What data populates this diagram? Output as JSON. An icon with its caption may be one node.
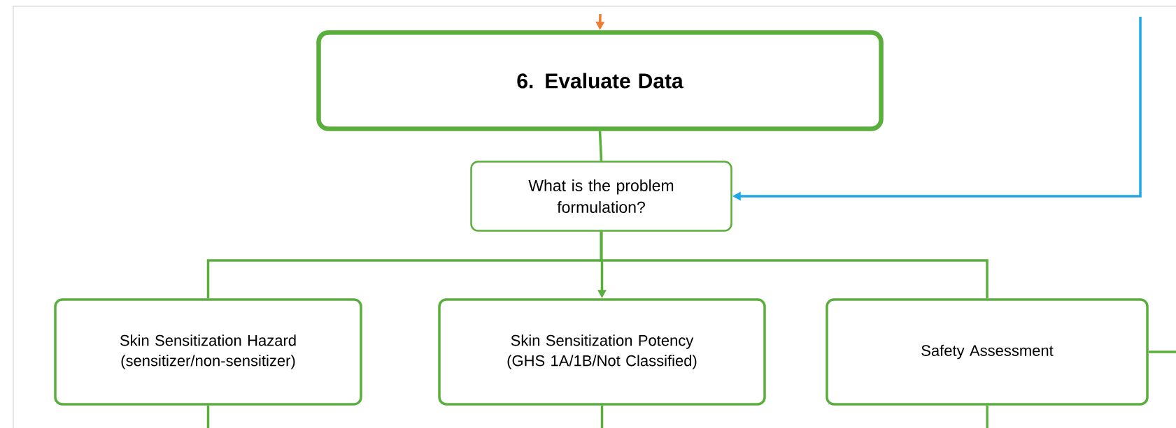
{
  "diagram": {
    "nodes": [
      {
        "text": [
          "6. Evaluate Data"
        ]
      },
      {
        "text": [
          "What is the problem formulation?"
        ]
      },
      {
        "text": [
          "Skin Sensitization Hazard (sensitizer/non-sensitizer)"
        ]
      },
      {
        "text": [
          "Skin Sensitization Potency (GHS 1A/1B/Not Classified)"
        ]
      },
      {
        "text": [
          "Safety Assessment"
        ]
      }
    ],
    "edges": [
      {
        "from": null,
        "to": 0,
        "arrow": "to",
        "color": "#ed7d31"
      },
      {
        "from": 0,
        "to": 1,
        "arrow": "none"
      },
      {
        "from": null,
        "to": 1,
        "arrow": "to",
        "color": "#1ea7e8"
      },
      {
        "from": 1,
        "to": 2,
        "arrow": "none"
      },
      {
        "from": 1,
        "to": 3,
        "arrow": "to"
      },
      {
        "from": 1,
        "to": 4,
        "arrow": "none"
      },
      {
        "from": 2,
        "to": null,
        "arrow": "none"
      },
      {
        "from": 3,
        "to": null,
        "arrow": "none"
      },
      {
        "from": 4,
        "to": null,
        "arrow": "none"
      },
      {
        "from": 4,
        "to": null,
        "arrow": "none"
      }
    ]
  }
}
